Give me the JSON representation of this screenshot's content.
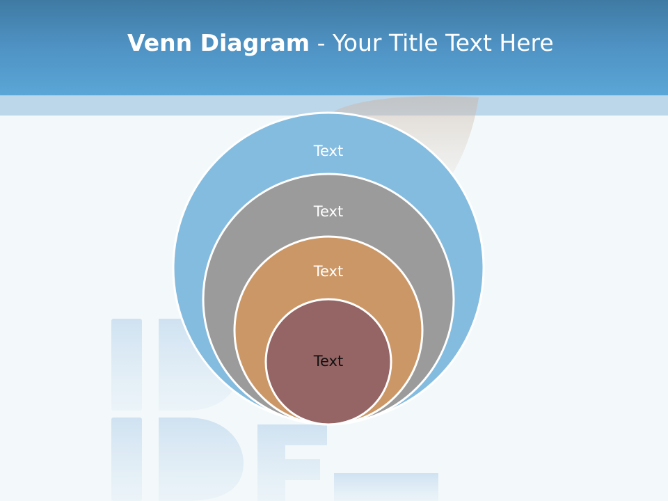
{
  "header": {
    "title_bold": "Venn Diagram",
    "title_rest": " - Your Title Text Here"
  },
  "diagram": {
    "circles": [
      {
        "label": "Text",
        "fill": "#84bce0",
        "label_color": "#ffffff"
      },
      {
        "label": "Text",
        "fill": "#9b9b9b",
        "label_color": "#ffffff"
      },
      {
        "label": "Text",
        "fill": "#cc9766",
        "label_color": "#ffffff"
      },
      {
        "label": "Text",
        "fill": "#956464",
        "label_color": "#111111"
      }
    ]
  },
  "colors": {
    "header": "#4f93c4",
    "header_strip": "#bcd6ea",
    "background": "#f3f9fa",
    "circle_outline": "#ffffff"
  }
}
